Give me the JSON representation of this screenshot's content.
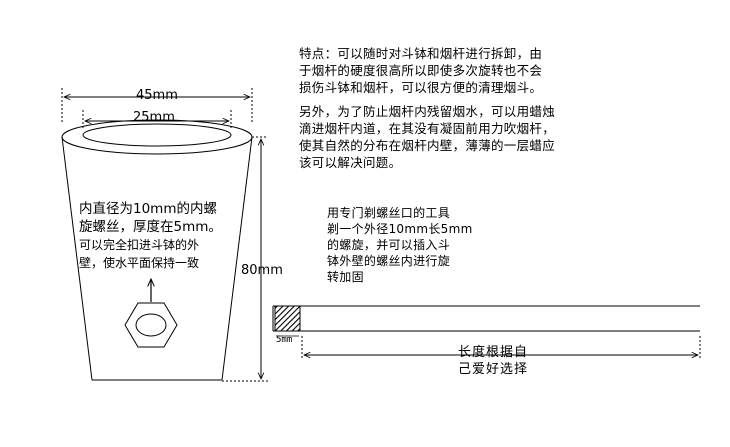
{
  "features_note": {
    "line1": "特点：可以随时对斗钵和烟杆进行拆卸，由",
    "line2": "于烟杆的硬度很高所以即使多次旋转也不会",
    "line3": "损伤斗钵和烟杆，可以很方便的清理烟斗。"
  },
  "wax_note": {
    "line1": "另外，为了防止烟杆内残留烟水，可以用蜡烛",
    "line2": "滴进烟杆内道，在其没有凝固前用力吹烟杆，",
    "line3": "使其自然的分布在烟杆内壁，薄薄的一层蜡应",
    "line4": "该可以解决问题。"
  },
  "bowl": {
    "outer_diameter": "45mm",
    "inner_diameter": "25mm",
    "height": "80mm",
    "thread_note": {
      "line1": "内直径为10mm的内螺",
      "line2": "旋螺丝，厚度在5mm。",
      "line3": "可以完全扣进斗钵的外",
      "line4": "壁，使水平面保持一致"
    }
  },
  "stem": {
    "tool_note": {
      "line1": "用专门剃螺丝口的工具",
      "line2": "剃一个外径10mm长5mm",
      "line3": "的螺旋，并可以插入斗",
      "line4": "钵外壁的螺丝内进行旋",
      "line5": "转加固"
    },
    "thread_length": "5mm",
    "length_note": {
      "line1": "长度根据自",
      "line2": "己爱好选择"
    }
  }
}
